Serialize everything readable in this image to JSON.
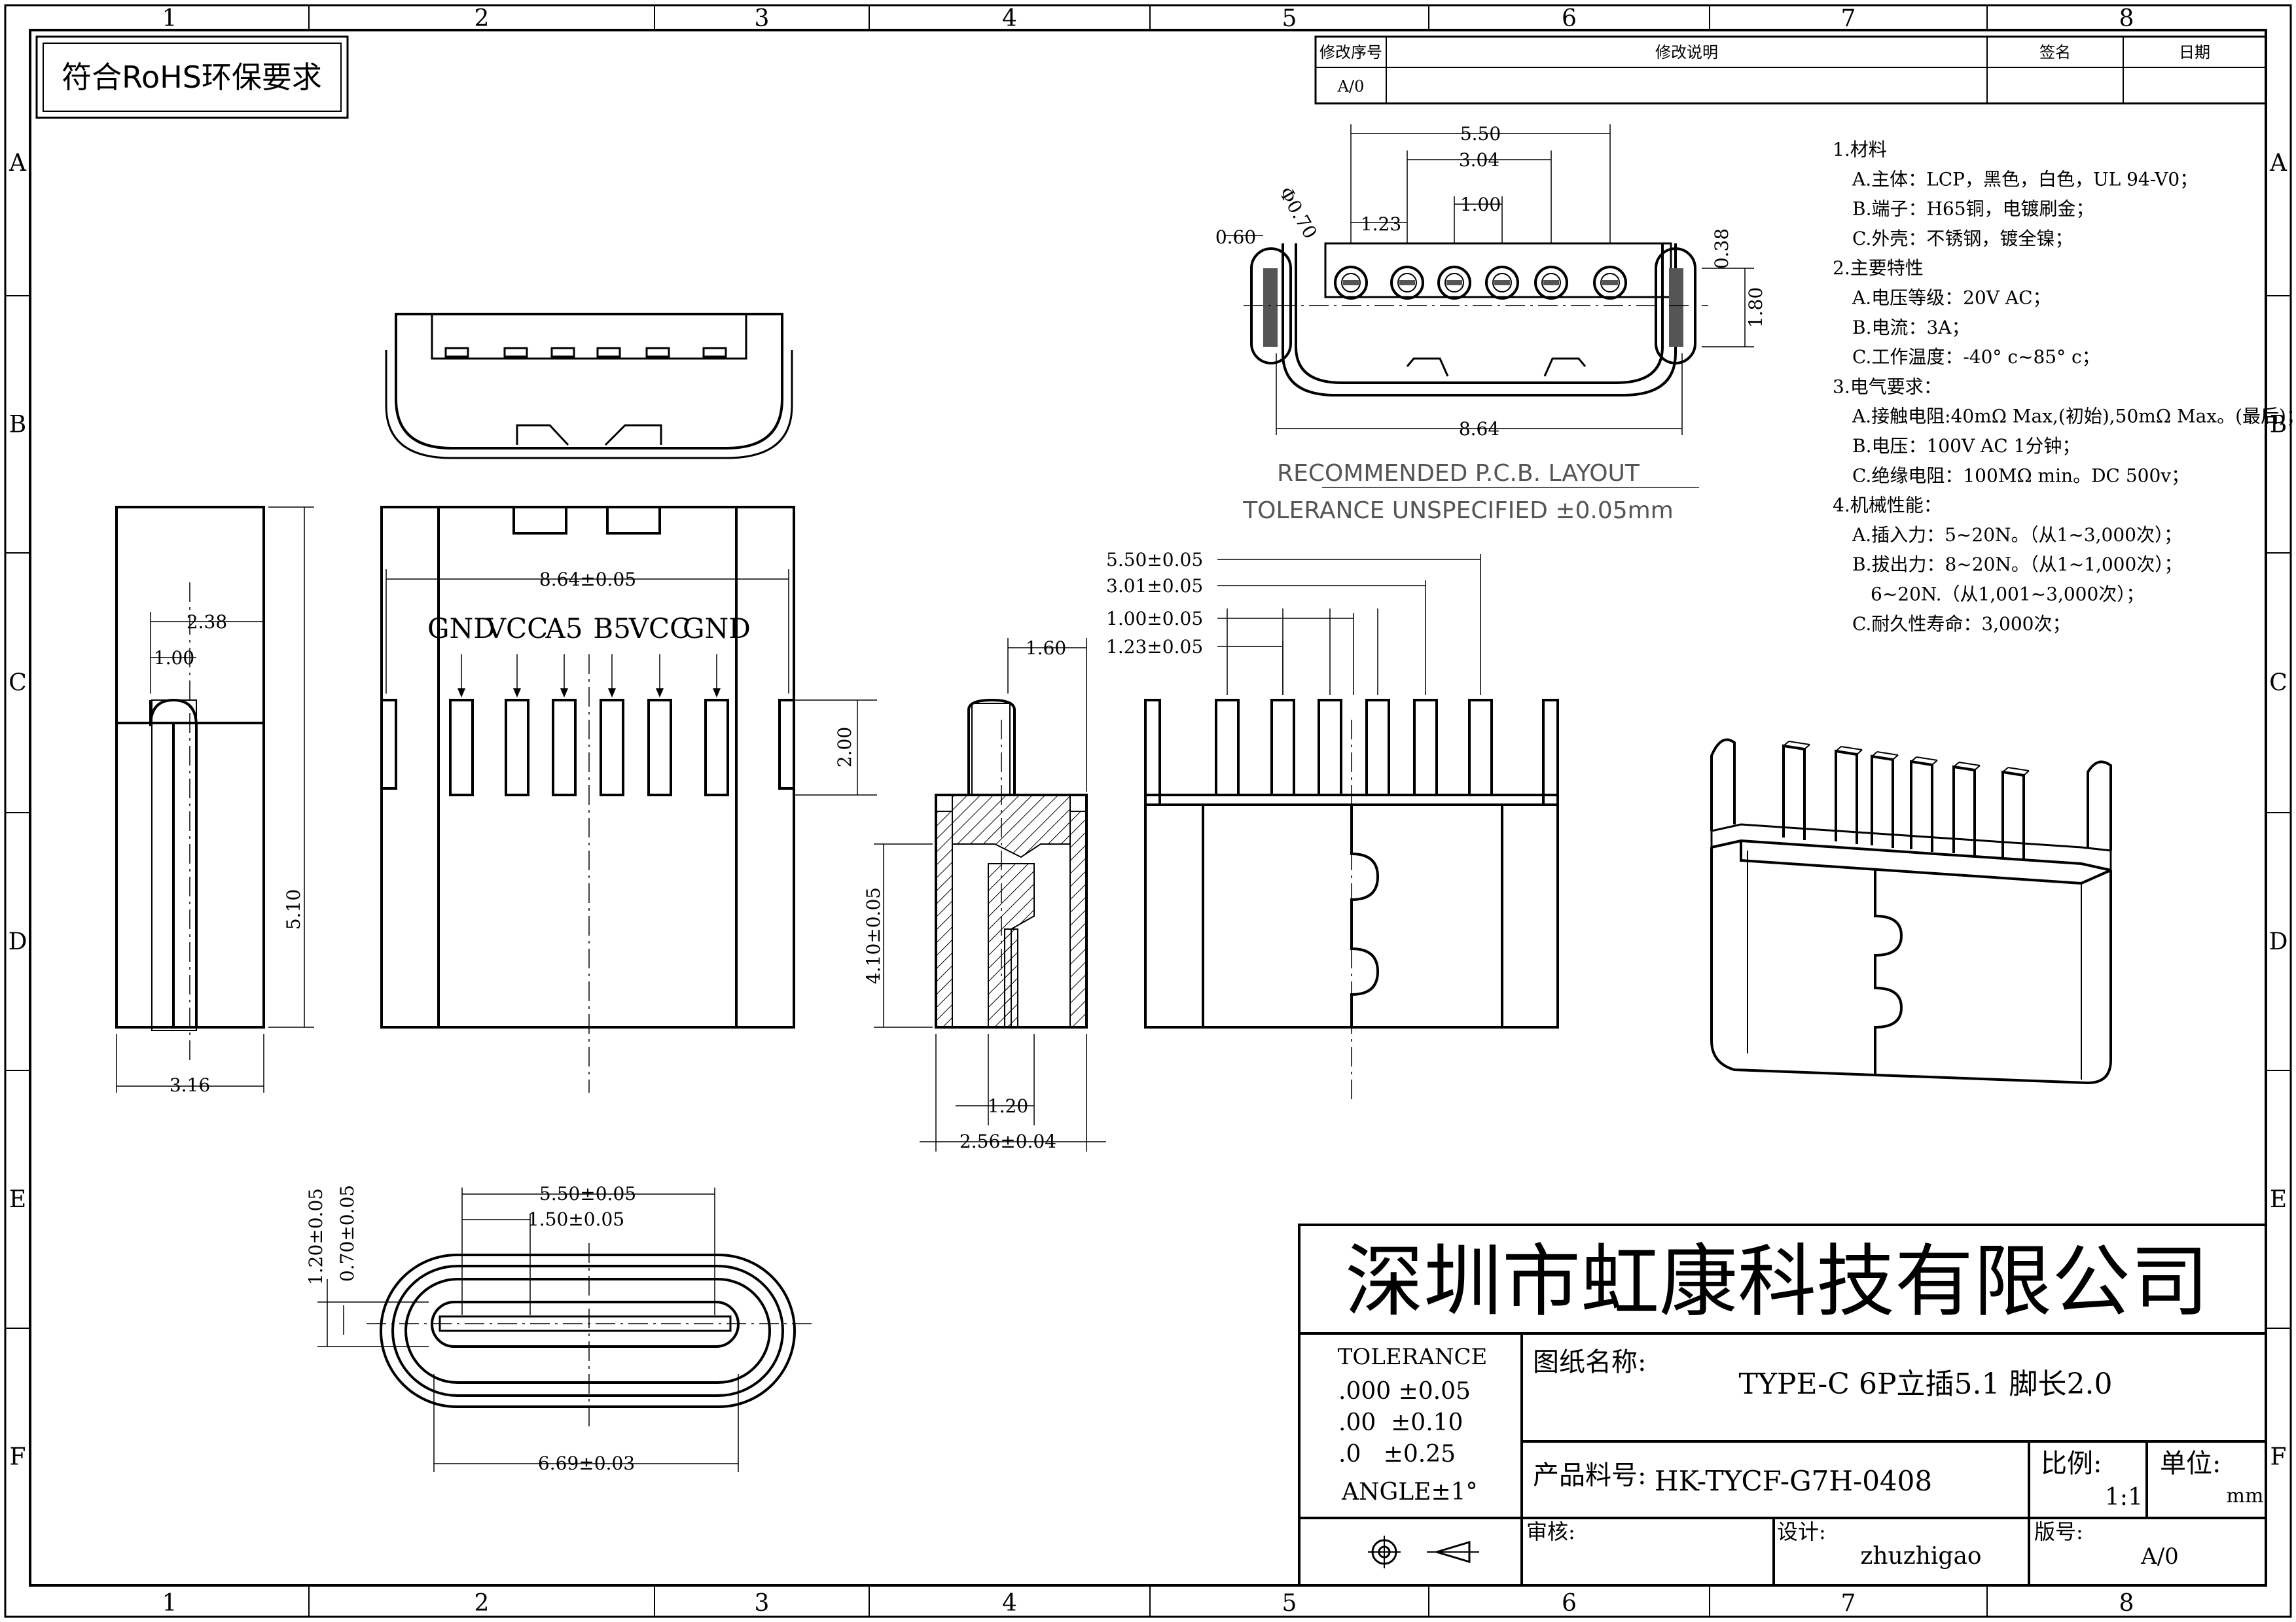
{
  "rohs_label": "符合RoHS环保要求",
  "zone_columns": [
    "1",
    "2",
    "3",
    "4",
    "5",
    "6",
    "7",
    "8"
  ],
  "zone_rows": [
    "A",
    "B",
    "C",
    "D",
    "E",
    "F"
  ],
  "revision_table": {
    "headers": {
      "rev_no": "修改序号",
      "description": "修改说明",
      "signature": "签名",
      "date": "日期"
    },
    "rows": [
      {
        "rev_no": "A/0",
        "description": "",
        "signature": "",
        "date": ""
      }
    ]
  },
  "pcb_layout": {
    "dims": {
      "overall_pitch": "5.50",
      "inner_pitch": "3.04",
      "pin_pitch": "1.00",
      "offset": "1.23",
      "hole_dia": "Φ0.70",
      "edge": "0.60",
      "slot_w": "0.38",
      "slot_h": "1.80",
      "overall_width": "8.64"
    },
    "title": "RECOMMENDED  P.C.B. LAYOUT",
    "tolerance": "TOLERANCE  UNSPECIFIED  ±0.05mm"
  },
  "specs": [
    "1.材料",
    "A.主体：LCP，黑色，白色，UL 94-V0；",
    "B.端子：H65铜，电镀刷金；",
    "C.外壳：不锈钢，镀全镍；",
    "2.主要特性",
    "A.电压等级：20V AC；",
    "B.电流：3A；",
    "C.工作温度：-40° c~85° c；",
    "3.电气要求：",
    "A.接触电阻:40mΩ Max,(初始),50mΩ Max。(最后)；",
    "B.电压：100V AC 1分钟；",
    "C.绝缘电阻：100MΩ min。DC 500v；",
    "4.机械性能：",
    "A.插入力：5~20N。（从1~3,000次）；",
    "B.拔出力：8~20N。（从1~1,000次）；",
    "6~20N.（从1,001~3,000次）；",
    "C.耐久性寿命：3,000次；"
  ],
  "front_view": {
    "width_dim": "8.64±0.05",
    "pin_labels": [
      "GND",
      "VCC",
      "A5",
      "B5",
      "VCC",
      "GND"
    ],
    "pin_length": "2.00"
  },
  "side_view": {
    "top_dim": "2.38",
    "pin_dim": "1.00",
    "height": "5.10",
    "width": "3.16"
  },
  "section_view": {
    "top_dim": "1.60",
    "height": "4.10±0.05",
    "pin_dim": "1.20",
    "width": "2.56±0.04"
  },
  "rear_view": {
    "dims": [
      "5.50±0.05",
      "3.01±0.05",
      "1.00±0.05",
      "1.23±0.05"
    ]
  },
  "bottom_view": {
    "dims_top": [
      "5.50±0.05",
      "1.50±0.05"
    ],
    "dims_left": [
      "1.20±0.05",
      "0.70±0.05"
    ],
    "width": "6.69±0.03"
  },
  "title_block": {
    "company": "深圳市虹康科技有限公司",
    "tolerance_title": "TOLERANCE",
    "tolerances": [
      ".000 ±0.05",
      ".00  ±0.10",
      ".0   ±0.25"
    ],
    "angle": "ANGLE±1°",
    "drawing_name_label": "图纸名称:",
    "drawing_name": "TYPE-C 6P立插5.1 脚长2.0",
    "part_no_label": "产品料号:",
    "part_no": "HK-TYCF-G7H-0408",
    "scale_label": "比例:",
    "scale": "1:1",
    "unit_label": "单位:",
    "unit": "mm",
    "review_label": "审核:",
    "review": "",
    "design_label": "设计:",
    "designer": "zhuzhigao",
    "version_label": "版号:",
    "version": "A/0"
  }
}
